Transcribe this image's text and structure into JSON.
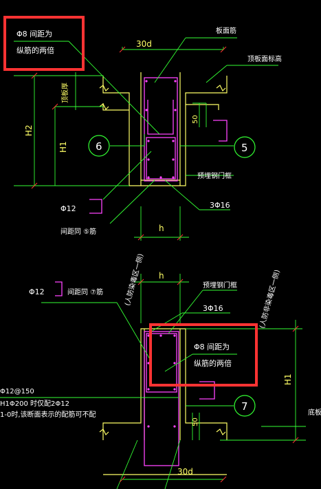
{
  "colors": {
    "background": "#000000",
    "wall": "#ffff66",
    "rebar": "#ff44ff",
    "leader": "#33ff33",
    "dim": "#33ff33",
    "text_yellow": "#ffff66",
    "text_white": "#ffffff",
    "highlight": "#ff3333"
  },
  "top_detail": {
    "note_line1": "Φ8 间距为",
    "note_line2": "纵筋的两倍",
    "dim_30d": "30d",
    "plate_rebar": "板面筋",
    "top_elev": "顶板面标高",
    "top_thk": "顶板厚",
    "dim_50": "50",
    "dim_H2": "H2",
    "dim_H1": "H1",
    "circle_6": "6",
    "circle_5": "5",
    "door_frame": "预埋钢门框",
    "bar_3phi16": "3Φ16",
    "phi12": "Φ12",
    "spacing_note": "间距同 ⑤筋",
    "dim_h": "h"
  },
  "bottom_detail": {
    "dim_h": "h",
    "side_left": "(人防染毒区一侧)",
    "door_frame": "预埋钢门框",
    "side_right": "(人防非染毒区一侧)",
    "phi12": "Φ12",
    "spacing_note": "间距同 ⑦筋",
    "bar_3phi16": "3Φ16",
    "note_line1": "Φ8 间距为",
    "note_line2": "纵筋的两倍",
    "left_note1": "Φ12@150",
    "left_note2": "H1Φ200 时仅配2Φ12",
    "left_note3": "1-0时,该断面表示的配筋可不配",
    "circle_7": "7",
    "dim_H1": "H1",
    "bottom_elev": "底板",
    "dim_50": "50",
    "dim_30d": "30d"
  }
}
